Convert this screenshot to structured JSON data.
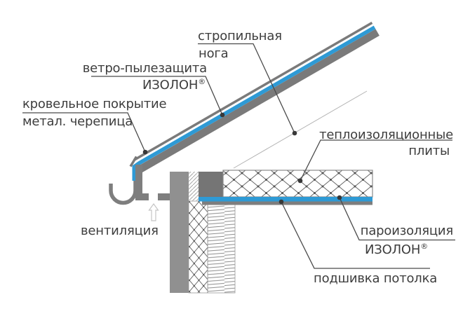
{
  "diagram": {
    "title": "roof eaves construction detail",
    "colors": {
      "accent_blue": "#2e9ad5",
      "roof_gray": "#7a7a7a",
      "wall_gray": "#909090",
      "beam_dark_gray": "#757575",
      "text": "#3d3d3d",
      "leader_line": "#4a4a4a"
    },
    "labels": {
      "rafter": {
        "line1": "стропильная",
        "line2": "нога"
      },
      "wind_dust": {
        "line1": "ветро-пылезащита",
        "brand": "ИЗОЛОН",
        "reg": "®"
      },
      "roof_cover": {
        "line1": "кровельное покрытие",
        "line2": "метал. черепица"
      },
      "insulation": {
        "line1": "теплоизоляционные",
        "line2": "плиты"
      },
      "ventilation": {
        "text": "вентиляция"
      },
      "vapor": {
        "line1": "пароизоляция",
        "brand": "ИЗОЛОН",
        "reg": "®"
      },
      "ceiling": {
        "text": "подшивка потолка"
      }
    }
  }
}
